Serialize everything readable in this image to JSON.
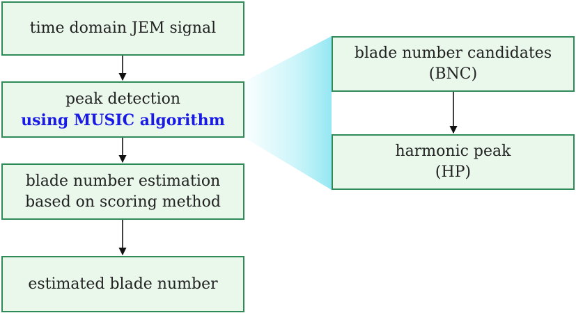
{
  "colors": {
    "box_border": "#2e8b57",
    "box_fill": "#eaf8ec",
    "accent_text": "#1a1ae6",
    "connector_fill": "#a8eef6"
  },
  "steps": [
    {
      "line1": "time domain JEM signal"
    },
    {
      "line1": "peak detection",
      "line2": "using MUSIC algorithm"
    },
    {
      "line1": "blade number estimation",
      "line2": "based on scoring method"
    },
    {
      "line1": "estimated blade number"
    }
  ],
  "detail": [
    {
      "line1": "blade number candidates",
      "line2": "(BNC)"
    },
    {
      "line1": "harmonic peak",
      "line2": "(HP)"
    }
  ]
}
